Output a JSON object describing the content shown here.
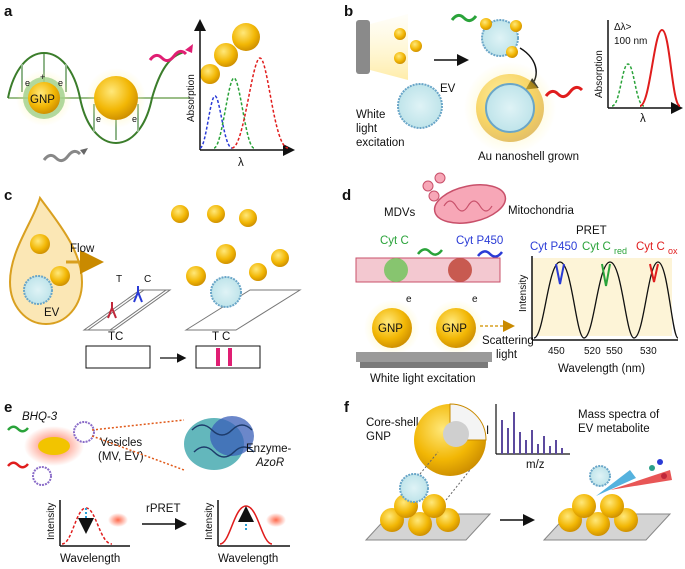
{
  "panels": {
    "a": {
      "letter": "a",
      "gnp": "GNP",
      "charge_e": "e",
      "ylabel": "Absorption",
      "xlabel": "λ"
    },
    "b": {
      "letter": "b",
      "white": "White",
      "light": "light",
      "excitation": "excitation",
      "ev": "EV",
      "grown": "Au nanoshell grown",
      "delta": "Δλ>",
      "nm": "100 nm",
      "ylabel": "Absorption",
      "xlabel": "λ"
    },
    "c": {
      "letter": "c",
      "flow": "Flow",
      "t": "T",
      "c": "C",
      "ev": "EV",
      "tc": "TC",
      "tc2": "T C"
    },
    "d": {
      "letter": "d",
      "mdvs": "MDVs",
      "mito": "Mitochondria",
      "cytc": "Cyt C",
      "cytp450": "Cyt P450",
      "pret": "PRET",
      "leg_p450": "Cyt P450",
      "leg_cred_base": "Cyt C",
      "leg_cred_sub": "red",
      "leg_cox_base": "Cyt C",
      "leg_cox_sub": "ox",
      "gnp": "GNP",
      "electron": "e",
      "scattering": "Scattering",
      "light": "light",
      "white_exc": "White light excitation",
      "ylabel": "Intensity",
      "xlabel": "Wavelength (nm)",
      "ticks": [
        "450",
        "520",
        "550",
        "530"
      ]
    },
    "e": {
      "letter": "e",
      "bhq": "BHQ-3",
      "vesicles": "Vesicles",
      "mvev": "(MV, EV)",
      "enzyme": "Enzyme-",
      "azor": "AzoR",
      "rpret": "rPRET",
      "ylabel": "Intensity",
      "xlabel": "Wavelength"
    },
    "f": {
      "letter": "f",
      "core1": "Core-shell",
      "core2": "GNP",
      "mass1": "Mass spectra of",
      "mass2": "EV metabolite",
      "mz": "m/z",
      "ylabel": "I"
    }
  },
  "colors": {
    "gold": "#f2b705",
    "gold_light": "#ffd84a",
    "red": "#e01d1d",
    "green": "#2aa33a",
    "blue": "#2a3bd6",
    "magenta": "#e01e73",
    "purple": "#5c4a9e"
  }
}
